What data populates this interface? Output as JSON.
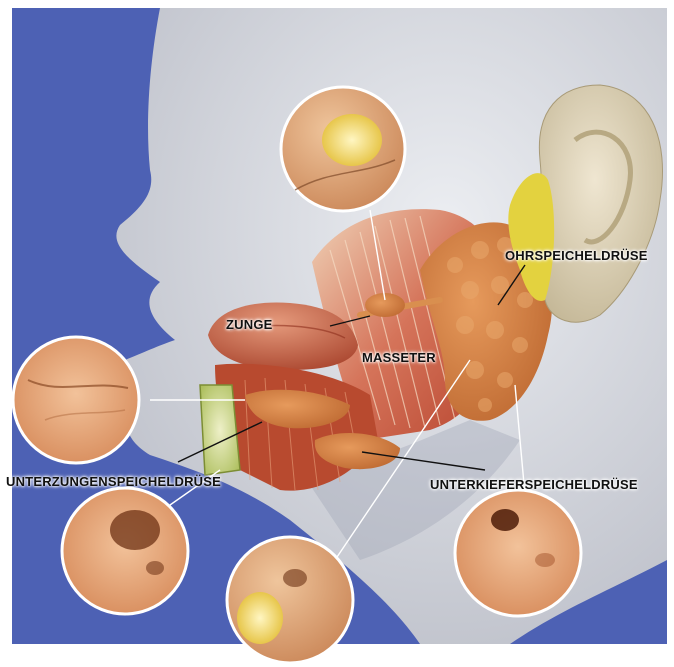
{
  "labels": {
    "zunge": "ZUNGE",
    "masseter": "MASSETER",
    "ohrspeicheldruese": "OHRSPEICHELDRÜSE",
    "unterzungenspeicheldruese": "UNTERZUNGENSPEICHELDRÜSE",
    "unterkieferspeicheldruese": "UNTERKIEFERSPEICHELDRÜSE"
  },
  "colors": {
    "background_blue": "#4a5fb3",
    "skin_gray": "#d6d8de",
    "gland_orange": "#d27c3f",
    "muscle_red": "#c9523b",
    "ear_beige": "#ddd2b8",
    "fat_yellow": "#e3d23f"
  }
}
